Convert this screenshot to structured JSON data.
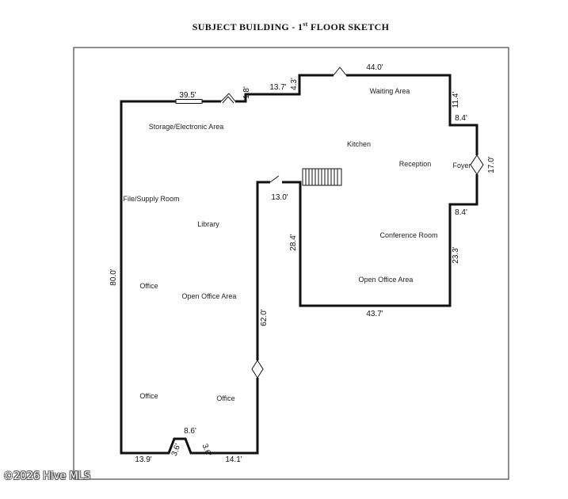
{
  "title": {
    "before": "SUBJECT BUILDING - 1",
    "sup": "st",
    "after": " FLOOR SKETCH"
  },
  "rooms": {
    "storage": "Storage/Electronic Area",
    "waiting": "Waiting Area",
    "kitchen": "Kitchen",
    "reception": "Reception",
    "foyer": "Foyer",
    "file_supply": "File/Supply Room",
    "library": "Library",
    "conference": "Conference Room",
    "office_1": "Office",
    "open_office_1": "Open Office Area",
    "open_office_2": "Open Office Area",
    "office_2": "Office",
    "office_3": "Office"
  },
  "dimensions": {
    "top_left": "39.5'",
    "jog_1": "1.8'",
    "jog_2": "13.7'",
    "jog_3": "4.3'",
    "top_right": "44.0'",
    "right_upper": "11.4'",
    "foyer_top": "8.4'",
    "foyer_side": "17.0'",
    "foyer_bottom": "8.4'",
    "right_lower": "23.3'",
    "bottom_right": "43.7'",
    "inner_vertical": "28.4'",
    "inner_top": "13.0'",
    "inner_long": "62.0'",
    "left_side": "80.0'",
    "entry_top": "8.6'",
    "entry_left": "3.6'",
    "entry_right": "3.6'",
    "bottom_left": "13.9'",
    "bottom_mid": "14.1'"
  },
  "watermark": "©2026 Hive MLS"
}
